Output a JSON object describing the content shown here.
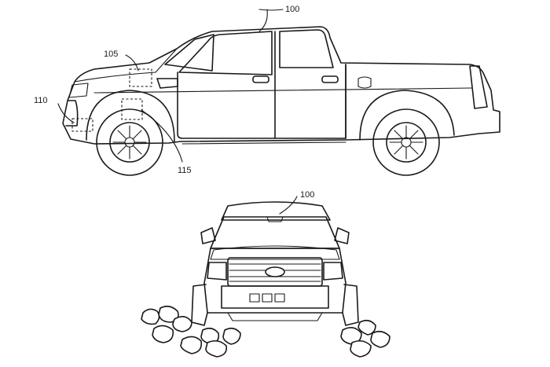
{
  "figure": {
    "side_view": {
      "labels": {
        "vehicle": "100",
        "hood_sensor": "105",
        "bumper_sensor": "110",
        "wheel_well_sensor": "115"
      }
    },
    "front_view": {
      "labels": {
        "vehicle": "100"
      }
    }
  }
}
